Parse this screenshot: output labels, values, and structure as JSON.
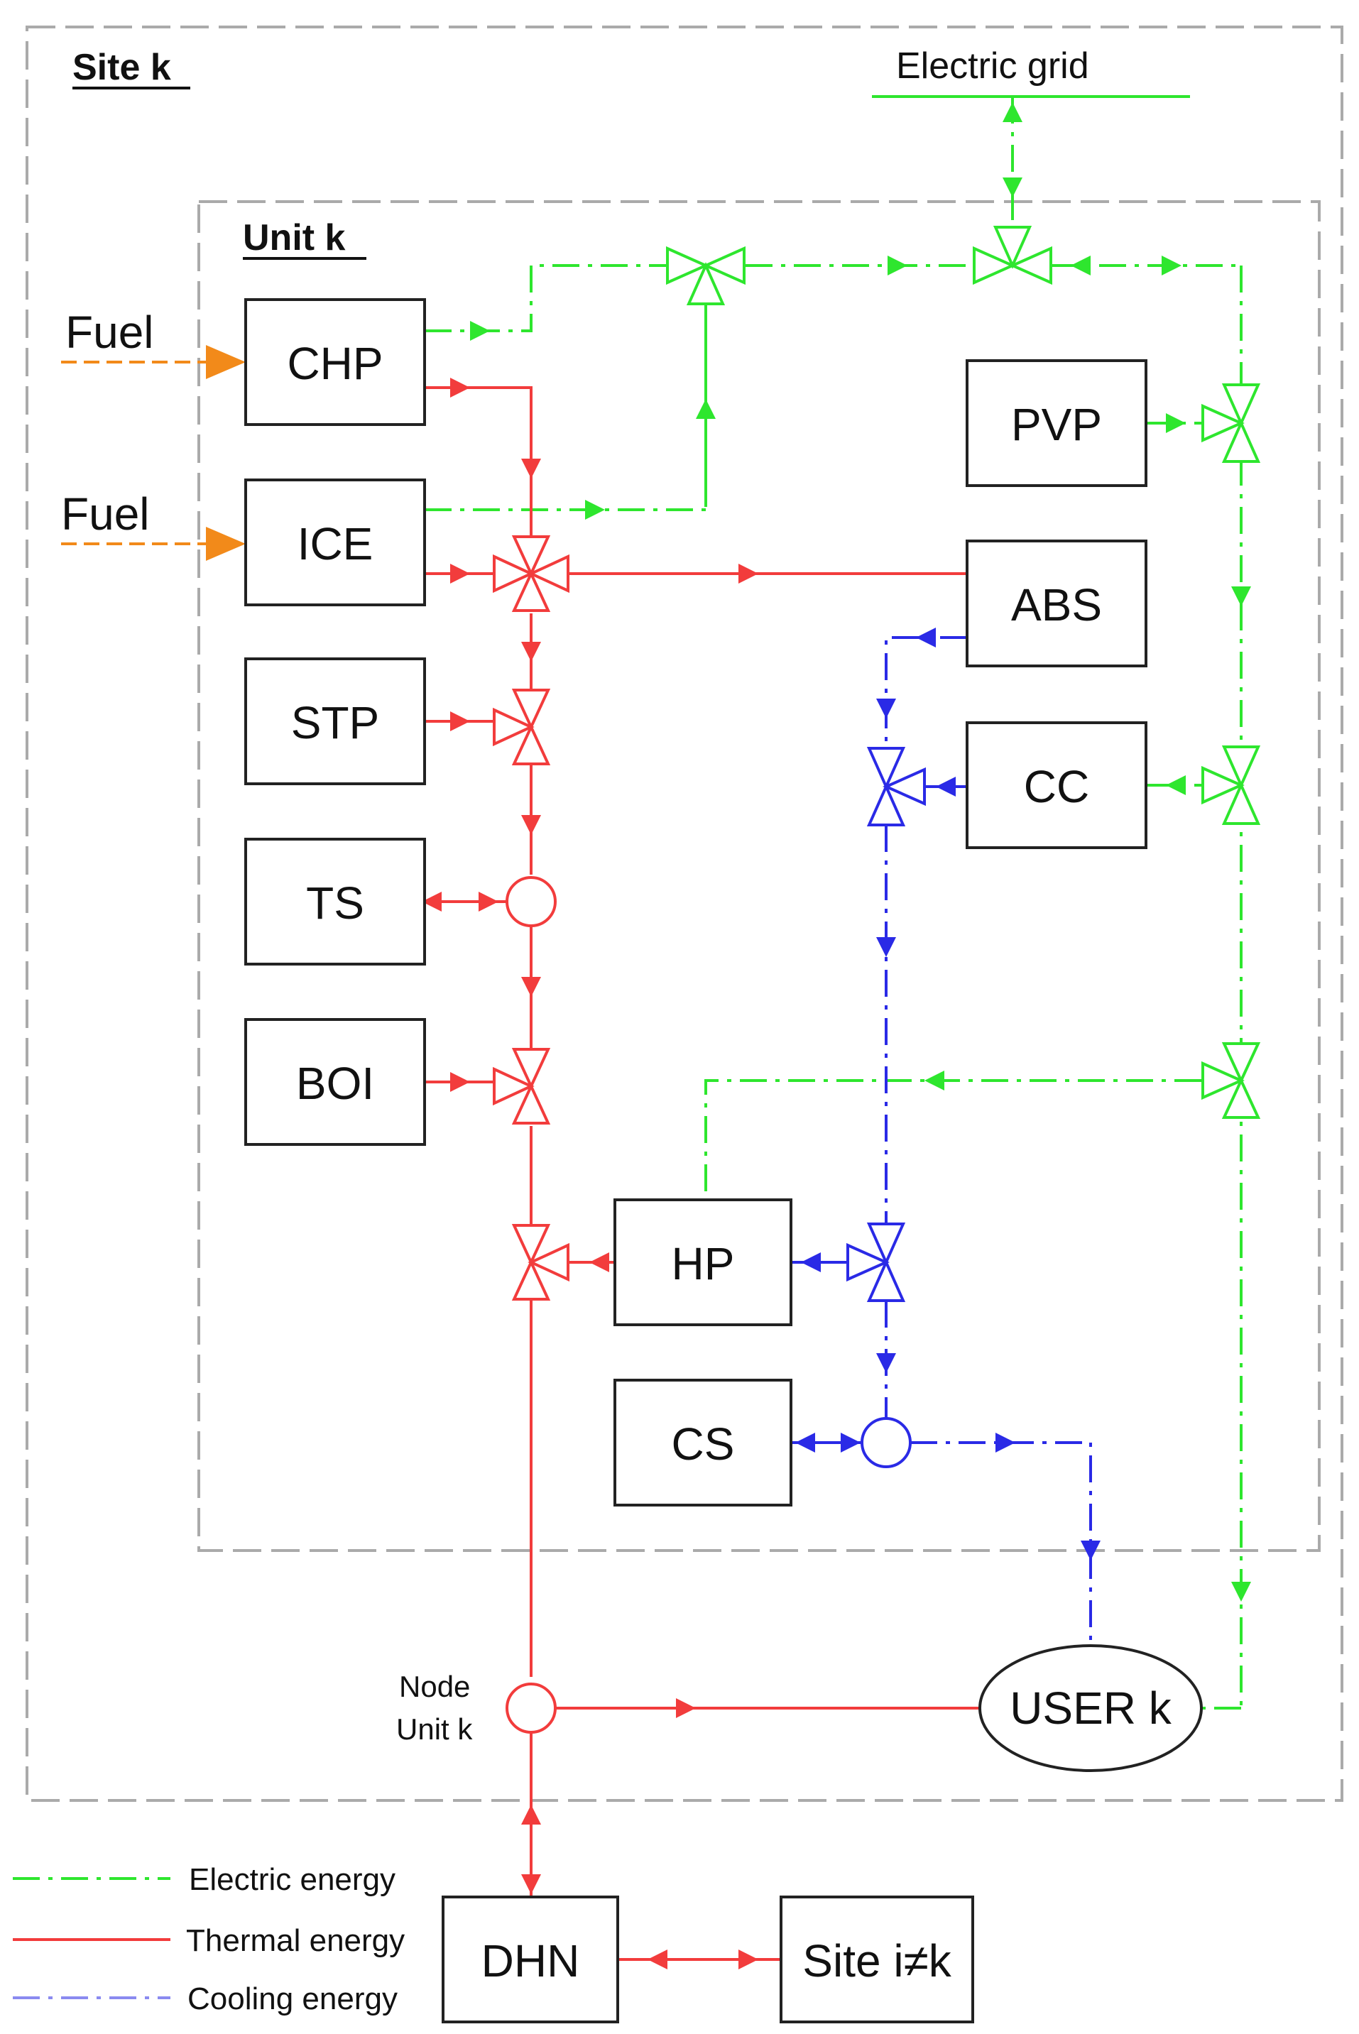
{
  "site_label": "Site k",
  "unit_label": "Unit k",
  "grid_label": "Electric grid",
  "fuel_labels": [
    "Fuel",
    "Fuel"
  ],
  "boxes": {
    "chp": "CHP",
    "ice": "ICE",
    "stp": "STP",
    "ts": "TS",
    "boi": "BOI",
    "pvp": "PVP",
    "abs": "ABS",
    "cc": "CC",
    "hp": "HP",
    "cs": "CS",
    "dhn": "DHN",
    "site_other": "Site i≠k"
  },
  "user": "USER k",
  "node_label": [
    "Node",
    "Unit k"
  ],
  "legend": {
    "electric": "Electric energy",
    "thermal": "Thermal energy",
    "cooling": "Cooling energy"
  },
  "colors": {
    "electric": "#2ee62e",
    "thermal": "#f23c3c",
    "cooling": "#2a2ae6",
    "fuel": "#f28a1a",
    "frame": "#aaaaaa"
  }
}
